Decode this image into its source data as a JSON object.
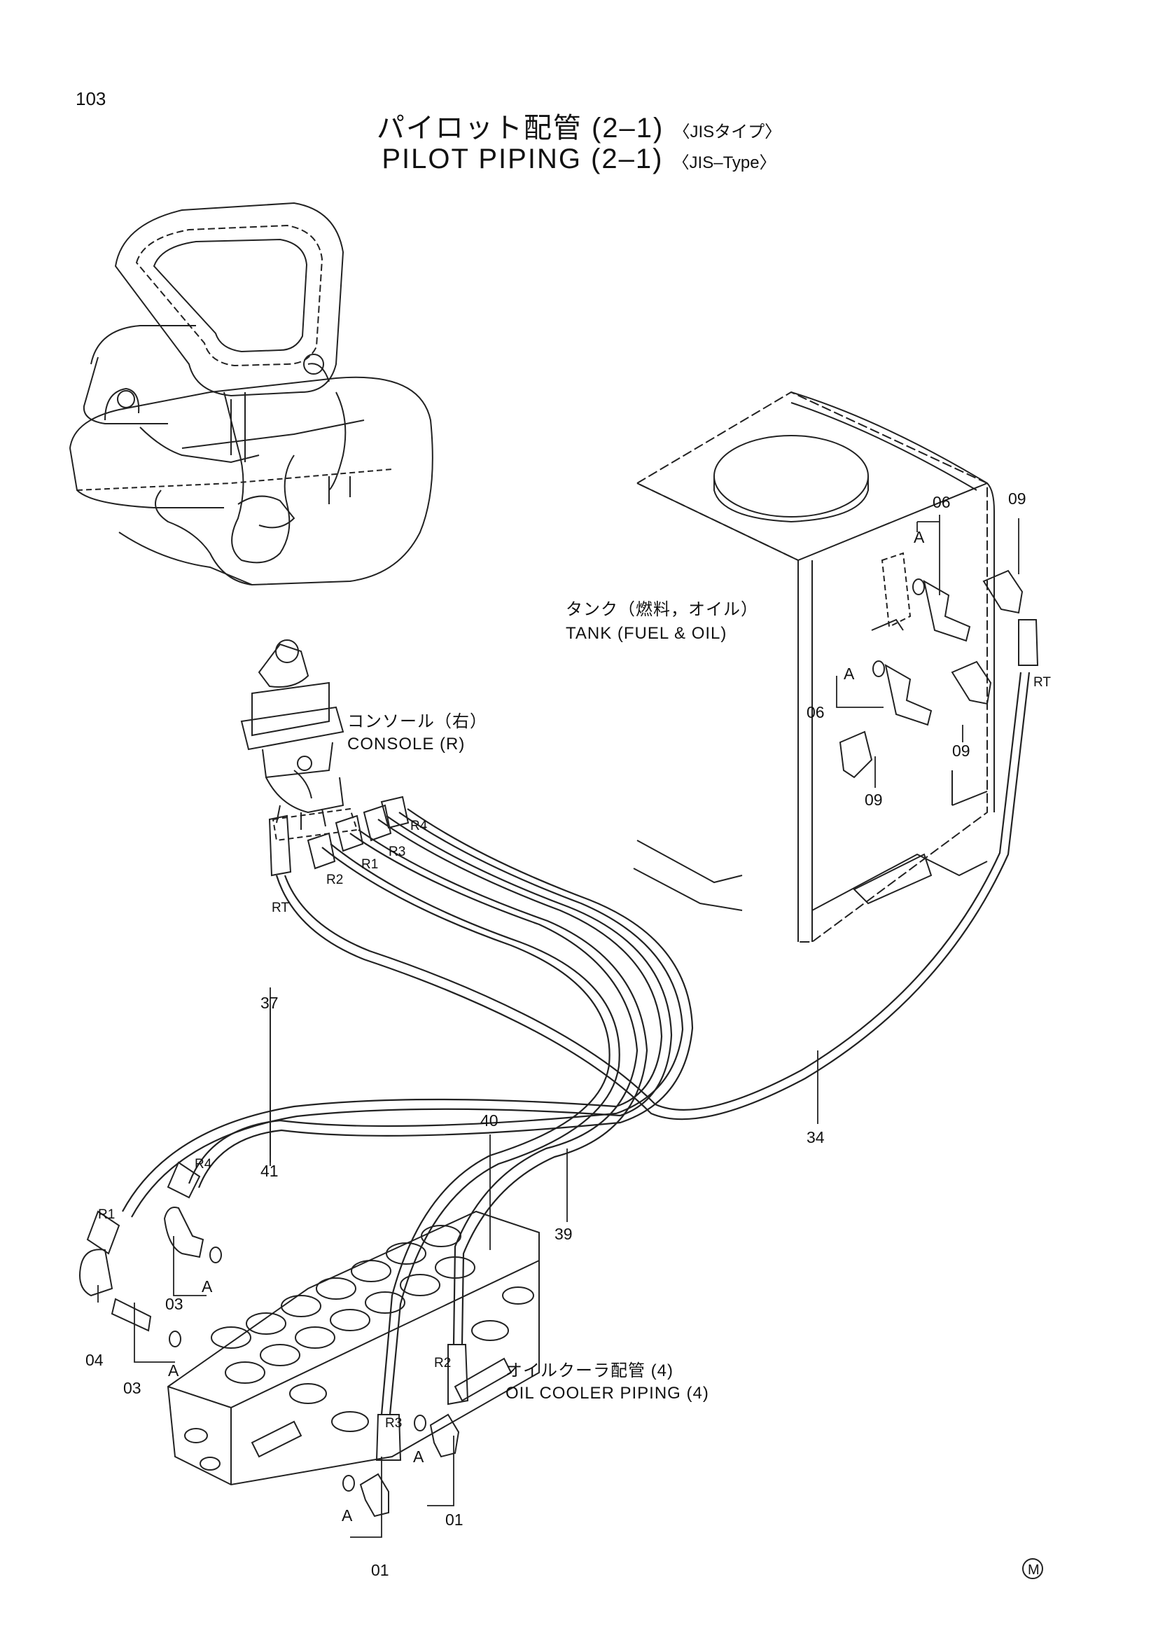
{
  "header": {
    "page_number": "103",
    "title_ja": "パイロット配管 (2–1)",
    "title_ja_sub": "〈JISタイプ〉",
    "title_en": "PILOT PIPING (2–1)",
    "title_en_sub": "〈JIS–Type〉"
  },
  "callouts": {
    "tank_ja": "タンク（燃料，オイル）",
    "tank_en": "TANK (FUEL & OIL)",
    "console_ja": "コンソール（右）",
    "console_en": "CONSOLE (R)",
    "cooler_ja": "オイルクーラ配管 (4)",
    "cooler_en": "OIL COOLER PIPING (4)"
  },
  "part_numbers": {
    "p01": "01",
    "p03": "03",
    "p04": "04",
    "p06": "06",
    "p09": "09",
    "p34": "34",
    "p37": "37",
    "p39": "39",
    "p40": "40",
    "p41": "41"
  },
  "port_labels": {
    "R1": "R1",
    "R2": "R2",
    "R3": "R3",
    "R4": "R4",
    "RT": "RT",
    "A": "A"
  },
  "footer": {
    "mark": "M"
  }
}
